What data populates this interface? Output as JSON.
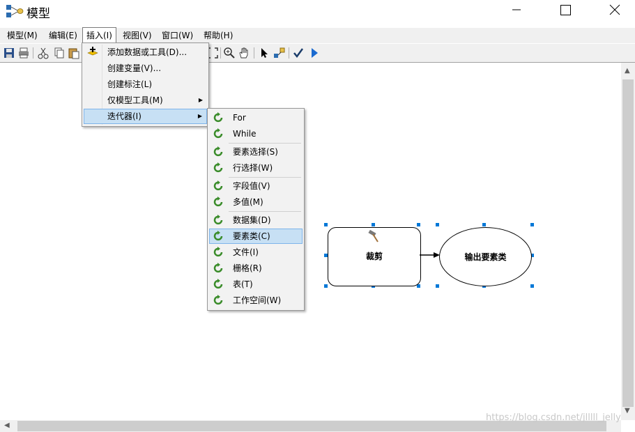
{
  "window": {
    "title": "模型"
  },
  "menubar": {
    "items": [
      {
        "label": "模型(M)"
      },
      {
        "label": "编辑(E)"
      },
      {
        "label": "插入(I)"
      },
      {
        "label": "视图(V)"
      },
      {
        "label": "窗口(W)"
      },
      {
        "label": "帮助(H)"
      }
    ]
  },
  "insert_menu": {
    "items": [
      {
        "label": "添加数据或工具(D)..."
      },
      {
        "label": "创建变量(V)..."
      },
      {
        "label": "创建标注(L)"
      },
      {
        "label": "仅模型工具(M)"
      },
      {
        "label": "迭代器(I)"
      }
    ]
  },
  "iterator_menu": {
    "items": [
      {
        "label": "For"
      },
      {
        "label": "While"
      },
      {
        "label": "要素选择(S)"
      },
      {
        "label": "行选择(W)"
      },
      {
        "label": "字段值(V)"
      },
      {
        "label": "多值(M)"
      },
      {
        "label": "数据集(D)"
      },
      {
        "label": "要素类(C)"
      },
      {
        "label": "文件(I)"
      },
      {
        "label": "栅格(R)"
      },
      {
        "label": "表(T)"
      },
      {
        "label": "工作空间(W)"
      }
    ],
    "highlighted": "要素类(C)"
  },
  "model": {
    "tool_node": {
      "label": "裁剪"
    },
    "output_node": {
      "label": "输出要素类"
    }
  },
  "watermark": "https://blog.csdn.net/jlllll_jelly",
  "colors": {
    "accent": "#0078d7",
    "highlight": "#c7e0f4",
    "iterator_icon": "#3a8c2a"
  }
}
